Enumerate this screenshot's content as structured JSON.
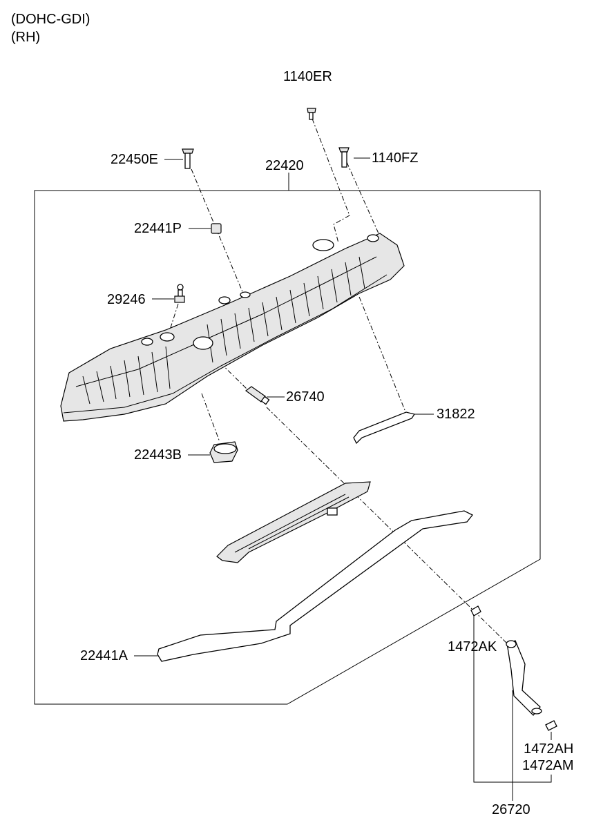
{
  "header": {
    "line1": "(DOHC-GDI)",
    "line2": "(RH)"
  },
  "parts": {
    "p1140ER": "1140ER",
    "p22450E": "22450E",
    "p1140FZ": "1140FZ",
    "p22420": "22420",
    "p22441P": "22441P",
    "p29246": "29246",
    "p26740": "26740",
    "p31822": "31822",
    "p22443B": "22443B",
    "p22441A": "22441A",
    "p1472AK": "1472AK",
    "p1472AH": "1472AH",
    "p1472AM": "1472AM",
    "p26720": "26720"
  }
}
